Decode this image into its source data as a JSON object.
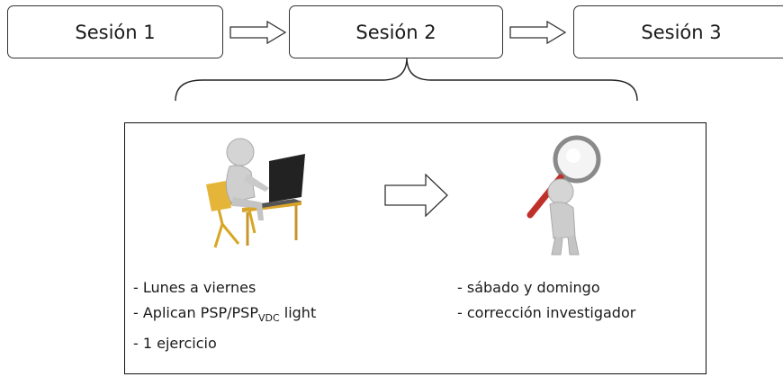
{
  "sessions": [
    {
      "label": "Sesión 1"
    },
    {
      "label": "Sesión 2"
    },
    {
      "label": "Sesión 3"
    }
  ],
  "detail": {
    "left_items": {
      "item1": "- Lunes a viernes",
      "item2_prefix": "- Aplican PSP/PSP",
      "item2_sub": "VDC",
      "item2_suffix": " light",
      "item3": "- 1 ejercicio"
    },
    "right_items": {
      "item1": "- sábado y domingo",
      "item2": "- corrección investigador"
    },
    "icons": {
      "left": "figure-at-laptop-icon",
      "right": "figure-with-magnifying-glass-icon",
      "arrow": "right-arrow-icon"
    }
  }
}
